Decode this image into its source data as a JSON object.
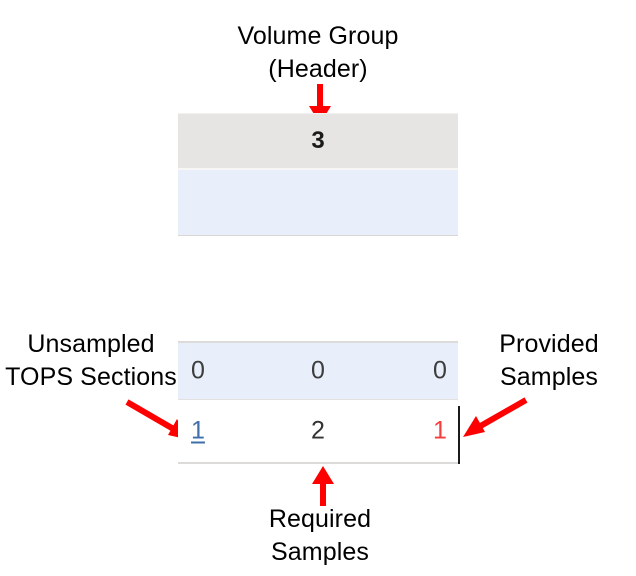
{
  "annotations": {
    "header_label": {
      "line1": "Volume Group",
      "line2": "(Header)",
      "arrow": "red-down-arrow"
    },
    "left_label": {
      "line1": "Unsampled",
      "line2": "TOPS Sections",
      "arrow": "red-diagonal-arrow-down-right"
    },
    "right_label": {
      "line1": "Provided",
      "line2": "Samples",
      "arrow": "red-diagonal-arrow-down-left"
    },
    "bottom_label": {
      "line1": "Required",
      "line2": "Samples",
      "arrow": "red-up-arrow"
    },
    "arrow_color": "#FF0000"
  },
  "top_grid": {
    "header_row": {
      "value": "3"
    },
    "data_row": {
      "value": ""
    },
    "header_bg": "#E6E5E3",
    "row_bg": "#E8EEFA"
  },
  "bottom_grid": {
    "totals_row": {
      "bg": "#E8EEFA",
      "cells": [
        "0",
        "0",
        "0"
      ]
    },
    "entry_row": {
      "bg": "#FFFFFF",
      "cells": [
        {
          "value": "1",
          "style": "link",
          "color": "#3E6FA8"
        },
        {
          "value": "2",
          "style": "normal",
          "color": "#333333"
        },
        {
          "value": "1",
          "style": "alert",
          "color": "#F73C3C"
        }
      ]
    }
  }
}
